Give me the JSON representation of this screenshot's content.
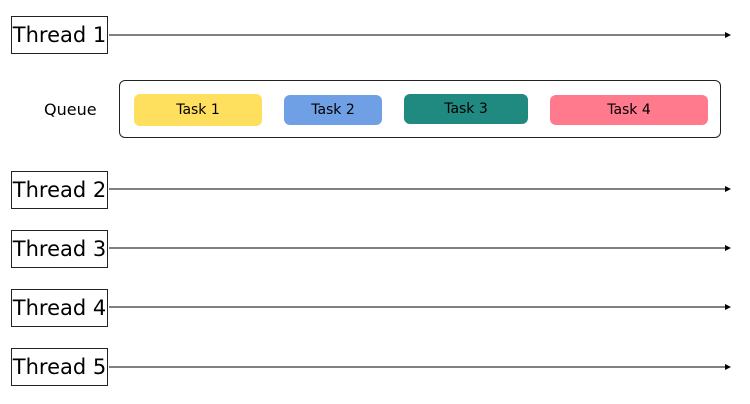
{
  "queue": {
    "label": "Queue",
    "tasks": [
      {
        "label": "Task 1",
        "color": "#FFDF5E"
      },
      {
        "label": "Task 2",
        "color": "#6FA0E6"
      },
      {
        "label": "Task 3",
        "color": "#218A80"
      },
      {
        "label": "Task 4",
        "color": "#FF7A8D"
      }
    ]
  },
  "threads": [
    {
      "label": "Thread 1"
    },
    {
      "label": "Thread 2"
    },
    {
      "label": "Thread 3"
    },
    {
      "label": "Thread 4"
    },
    {
      "label": "Thread 5"
    }
  ]
}
